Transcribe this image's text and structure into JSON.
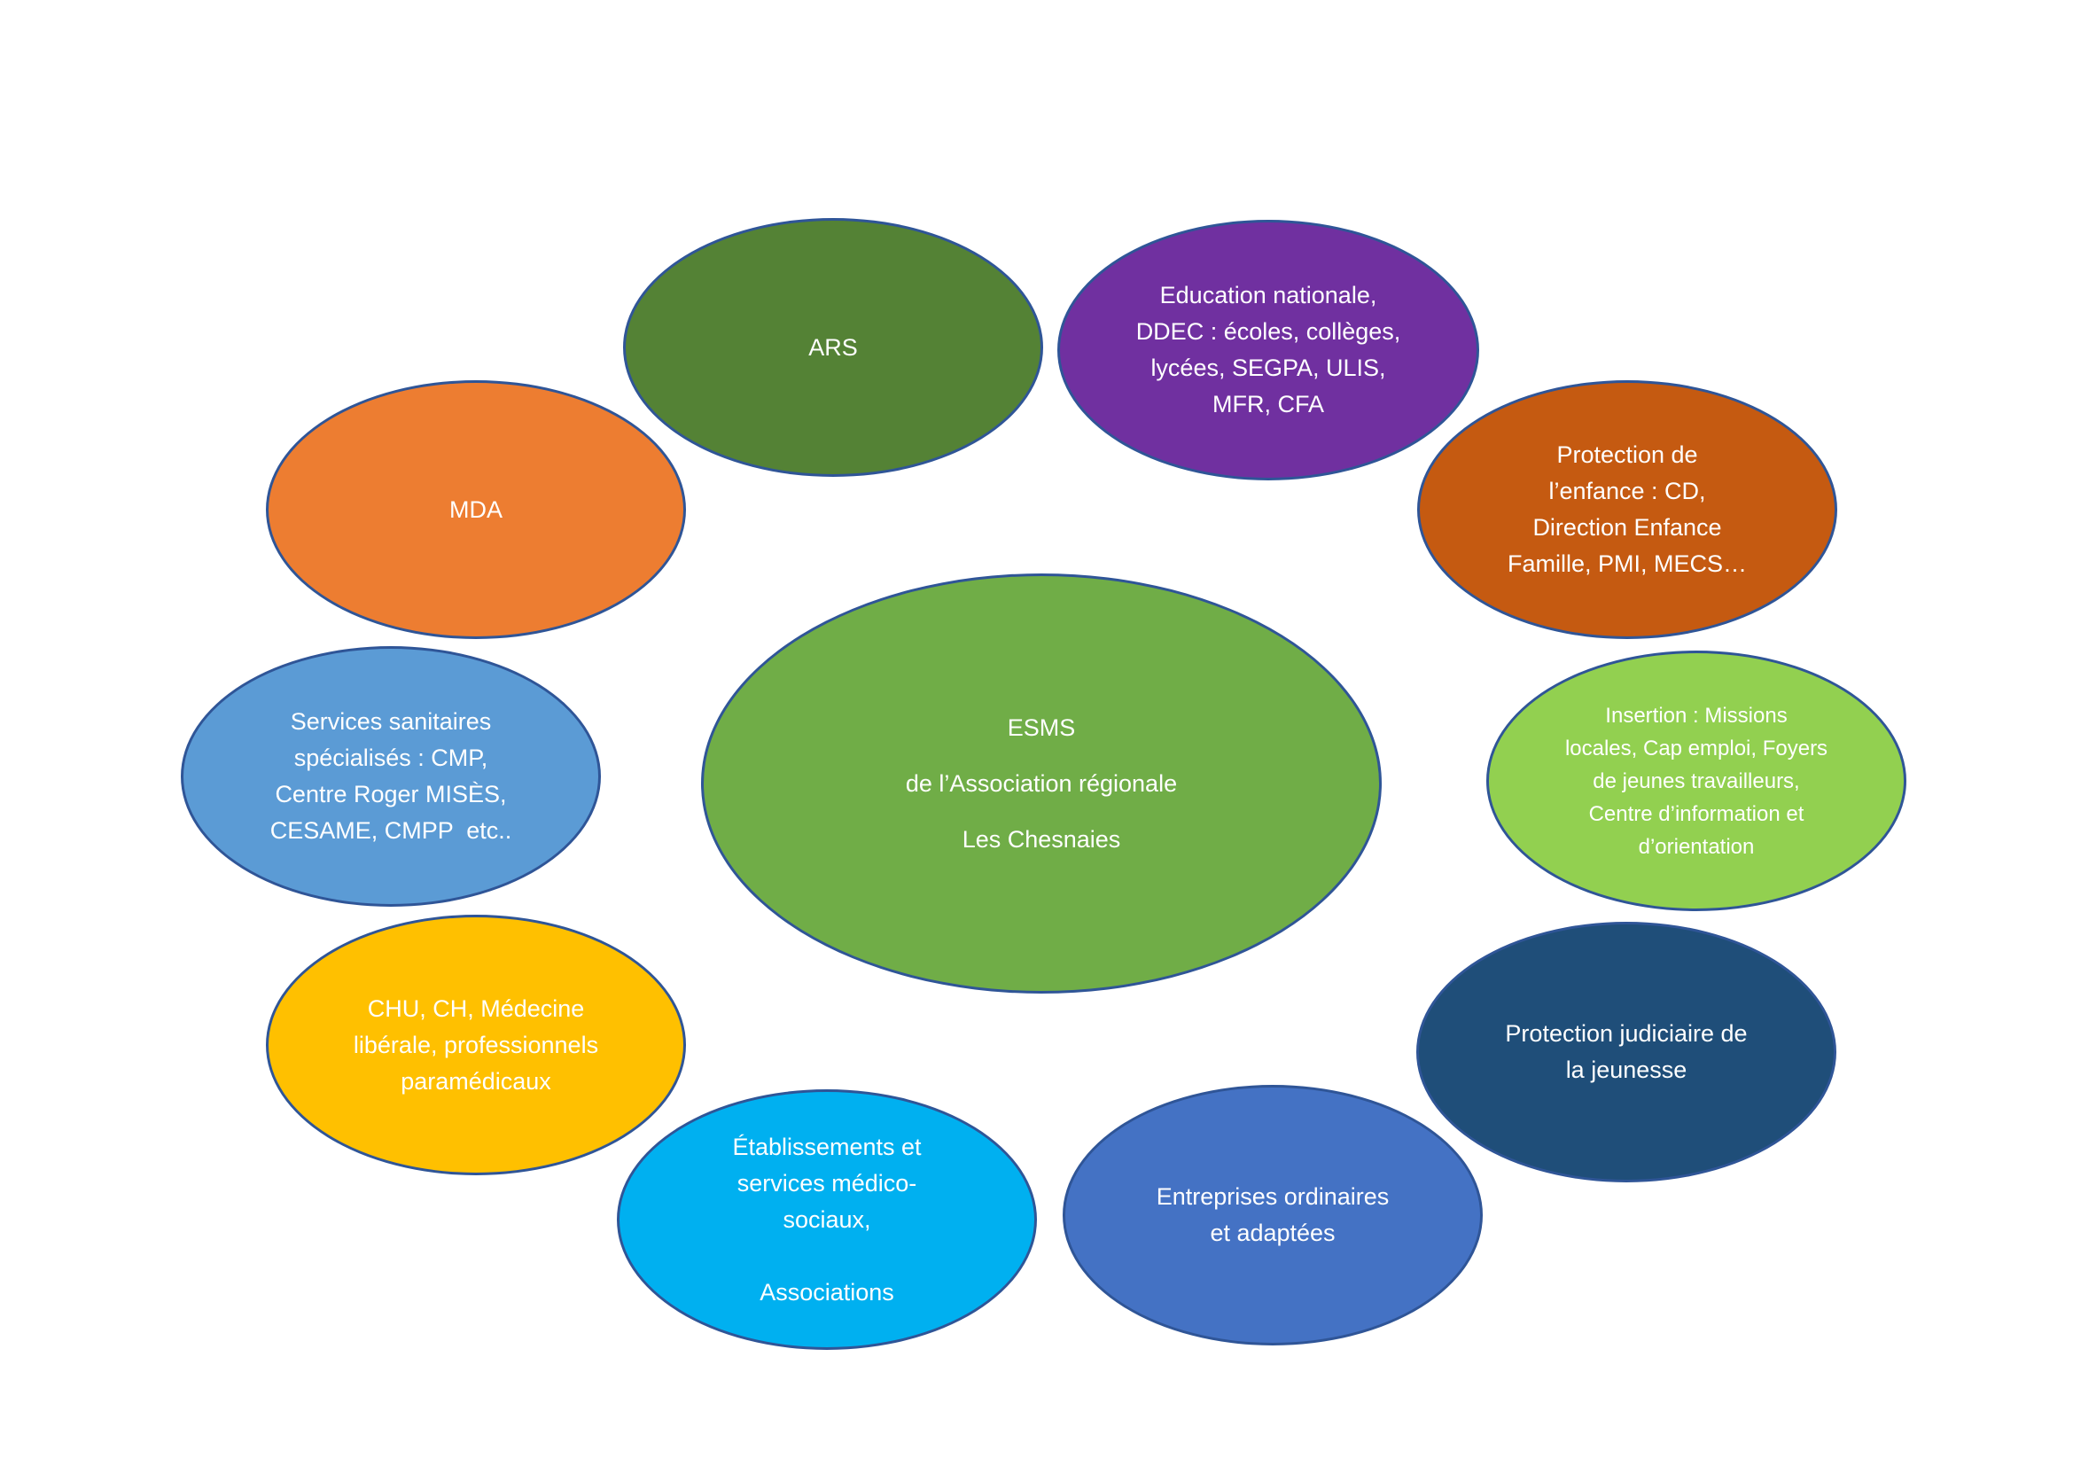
{
  "diagram": {
    "center": {
      "id": "esms",
      "color": "#70ad47",
      "lines": [
        "ESMS",
        "de l’Association régionale",
        "Les Chesnaies"
      ]
    },
    "partners": [
      {
        "id": "ars",
        "color": "#548235",
        "lines": [
          "ARS"
        ]
      },
      {
        "id": "education-nationale",
        "color": "#7030a0",
        "lines": [
          "Education nationale,",
          "DDEC : écoles, collèges,",
          "lycées, SEGPA, ULIS,",
          "MFR, CFA"
        ]
      },
      {
        "id": "mda",
        "color": "#ed7d31",
        "lines": [
          "MDA"
        ]
      },
      {
        "id": "protection-enfance",
        "color": "#c55a11",
        "lines": [
          "Protection de",
          "l’enfance : CD,",
          "Direction Enfance",
          "Famille, PMI, MECS…"
        ]
      },
      {
        "id": "services-sanitaires",
        "color": "#5b9bd5",
        "lines": [
          "Services sanitaires",
          "spécialisés : CMP,",
          "Centre Roger MISÈS,",
          "CESAME, CMPP  etc.."
        ]
      },
      {
        "id": "insertion",
        "color": "#92d050",
        "lines": [
          "Insertion : Missions",
          "locales, Cap emploi, Foyers",
          "de jeunes travailleurs,",
          "Centre d’information et",
          "d’orientation"
        ]
      },
      {
        "id": "chu",
        "color": "#ffc000",
        "lines": [
          "CHU, CH, Médecine",
          "libérale, professionnels",
          "paramédicaux"
        ]
      },
      {
        "id": "protection-judiciaire",
        "color": "#1f4e79",
        "lines": [
          "Protection judiciaire de",
          "la jeunesse"
        ]
      },
      {
        "id": "etablissements",
        "color": "#00b0f0",
        "lines": [
          "Établissements et",
          "services médico-",
          "sociaux,",
          "",
          "Associations"
        ]
      },
      {
        "id": "entreprises",
        "color": "#4472c4",
        "lines": [
          "Entreprises ordinaires",
          "et adaptées"
        ]
      }
    ]
  }
}
